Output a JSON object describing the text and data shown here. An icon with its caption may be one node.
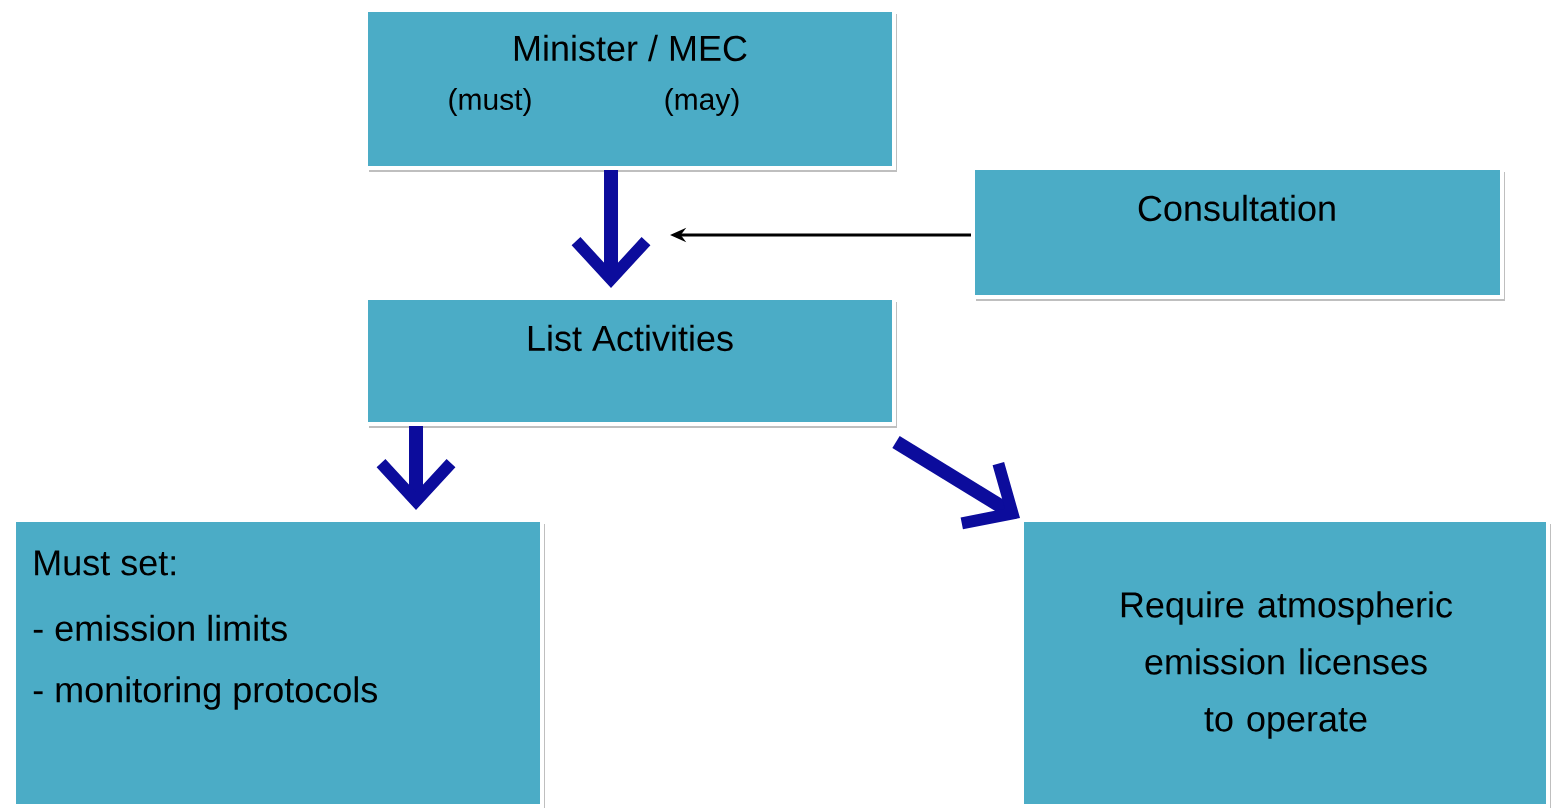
{
  "diagram": {
    "nodes": [
      {
        "text": [
          "Minister / MEC",
          "(must)",
          "(may)"
        ]
      },
      {
        "text": [
          "Consultation"
        ]
      },
      {
        "text": [
          "List Activities"
        ]
      },
      {
        "text": [
          "Must set:",
          "- emission limits",
          "- monitoring protocols"
        ]
      },
      {
        "text": [
          "Require atmospheric emission licenses to operate"
        ]
      }
    ],
    "edges": [
      {
        "from": 0,
        "to": 2,
        "arrow": "to"
      },
      {
        "from": 1,
        "to": null,
        "arrow": "to",
        "color": "#000000"
      },
      {
        "from": 2,
        "to": 3,
        "arrow": "to"
      },
      {
        "from": 2,
        "to": 4,
        "arrow": "to"
      }
    ]
  }
}
